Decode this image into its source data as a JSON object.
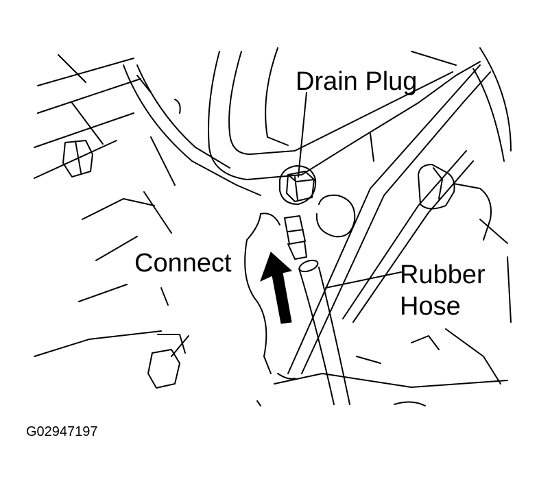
{
  "labels": {
    "drain_plug": "Drain Plug",
    "connect": "Connect",
    "rubber": "Rubber",
    "hose": "Hose",
    "figure_code": "G02947197"
  },
  "colors": {
    "ink": "#000000",
    "paper": "#ffffff"
  }
}
